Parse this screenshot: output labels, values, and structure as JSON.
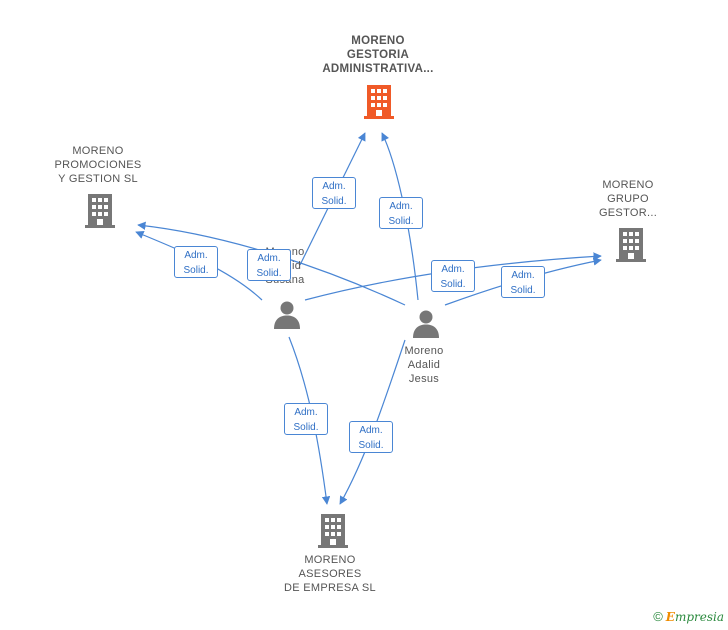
{
  "nodes": {
    "gestoria": {
      "label": "MORENO\nGESTORIA\nADMINISTRATIVA...",
      "color": "#f05a28",
      "kind": "company"
    },
    "promociones": {
      "label": "MORENO\nPROMOCIONES\nY GESTION SL",
      "color": "#777777",
      "kind": "company"
    },
    "grupo": {
      "label": "MORENO\nGRUPO\nGESTOR...",
      "color": "#777777",
      "kind": "company"
    },
    "asesores": {
      "label": "MORENO\nASESORES\nDE EMPRESA SL",
      "color": "#777777",
      "kind": "company"
    },
    "susana": {
      "label": "Moreno\nAdalid\nSusana",
      "color": "#777777",
      "kind": "person"
    },
    "jesus": {
      "label": "Moreno\nAdalid\nJesus",
      "color": "#777777",
      "kind": "person"
    }
  },
  "edge_role": {
    "line1": "Adm.",
    "line2": "Solid."
  },
  "edge_color": "#4a86d4",
  "footer": {
    "copyright": "©",
    "brand_initial": "E",
    "brand_rest": "mpresia"
  }
}
